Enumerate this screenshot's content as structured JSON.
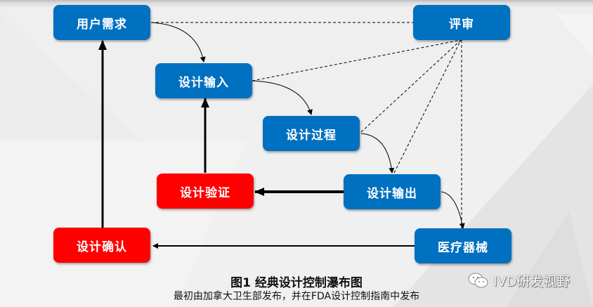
{
  "colors": {
    "node_blue": "#0070c0",
    "node_red": "#ff0000",
    "node_text": "#ffffff",
    "arrow": "#000000"
  },
  "nodes": {
    "user_needs": "用户需求",
    "review": "评审",
    "design_input": "设计输入",
    "design_process": "设计过程",
    "design_verification": "设计验证",
    "design_output": "设计输出",
    "design_validation": "设计确认",
    "medical_device": "医疗器械"
  },
  "caption": {
    "title": "图1 经典设计控制瀑布图",
    "subtitle": "最初由加拿大卫生部发布，并在FDA设计控制指南中发布"
  },
  "watermark": {
    "icon": "wechat-icon",
    "text": "IVD研发视野"
  }
}
